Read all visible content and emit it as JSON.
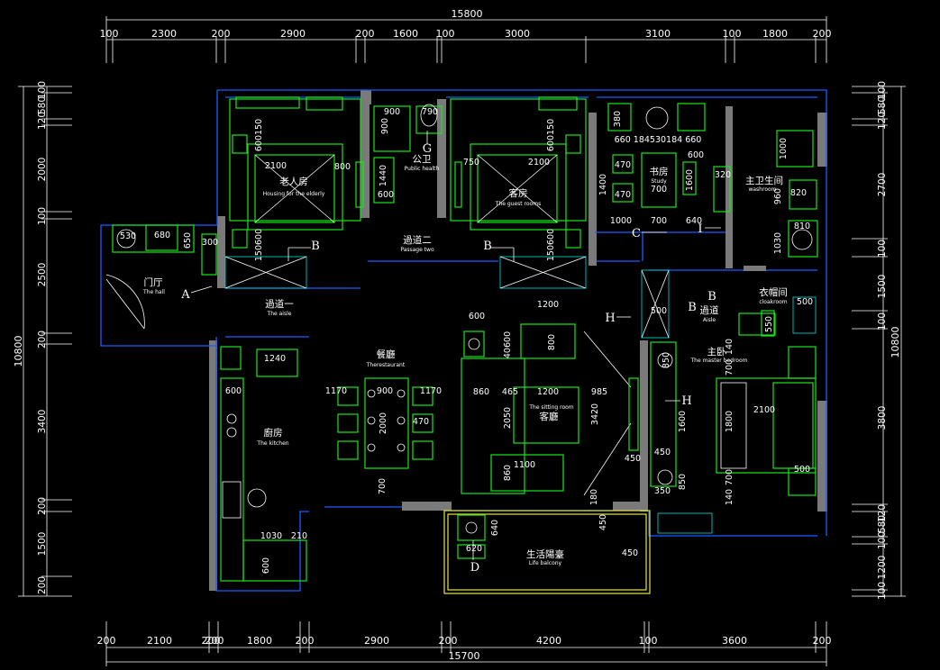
{
  "top_total": "15800",
  "top_dims": [
    "100",
    "2300",
    "200",
    "2900",
    "200",
    "1600",
    "100",
    "3000",
    "3100",
    "100",
    "1800",
    "200"
  ],
  "bottom_total": "15700",
  "bottom_dims": [
    "200",
    "2100",
    "200",
    "200",
    "1800",
    "200",
    "2900",
    "200",
    "4200",
    "100",
    "3600",
    "200"
  ],
  "left_total": "10800",
  "left_dims": [
    "100",
    "580",
    "120",
    "2000",
    "100",
    "2500",
    "200",
    "3400",
    "200",
    "1500",
    "200"
  ],
  "right_total": "10800",
  "right_dims": [
    "100",
    "580",
    "120",
    "2700",
    "100",
    "1500",
    "100",
    "3800",
    "120",
    "580",
    "100",
    "1200",
    "100"
  ],
  "rooms": {
    "elder": {
      "cn": "老人房",
      "en": "Housing for the elderly"
    },
    "guest": {
      "cn": "客房",
      "en": "The guest rooms"
    },
    "bath": {
      "cn": "公卫",
      "en": "Public health"
    },
    "study": {
      "cn": "书房",
      "en": "Study"
    },
    "master_bath": {
      "cn": "主卫生间",
      "en": "washroom"
    },
    "hall": {
      "cn": "门厅",
      "en": "The hall"
    },
    "aisle1": {
      "cn": "過道一",
      "en": "The aisle"
    },
    "aisle2": {
      "cn": "過道二",
      "en": "Passage two"
    },
    "aisle3": {
      "cn": "過道",
      "en": "Aisle"
    },
    "restaurant": {
      "cn": "餐廳",
      "en": "Therestaurant"
    },
    "kitchen": {
      "cn": "廚房",
      "en": "The kitchen"
    },
    "sitting": {
      "cn": "客廳",
      "en": "The sitting room"
    },
    "master": {
      "cn": "主卧",
      "en": "The master bedroom"
    },
    "cloak": {
      "cn": "衣帽间",
      "en": "cloakroom"
    },
    "balcony": {
      "cn": "生活陽臺",
      "en": "Life balcony"
    }
  },
  "markers": {
    "A": "A",
    "B": "B",
    "C": "C",
    "D": "D",
    "G": "G",
    "H": "H",
    "I": "I"
  },
  "inner_dims": {
    "elder_bed_w": "2100",
    "elder_side": "800",
    "elder_nt1": "600150",
    "elder_nt2": "150600",
    "bath_900": "900",
    "bath_790": "790",
    "bath_1440": "1440",
    "bath_600": "600",
    "bath_900b": "900",
    "guest_750": "750",
    "guest_bed_w": "2100",
    "guest_1400": "1400",
    "guest_nt1": "600150",
    "guest_nt2": "150600",
    "study_380": "380",
    "study_row": "660 184530184 660",
    "study_470a": "470",
    "study_470b": "470",
    "study_700": "700",
    "study_1600": "1600",
    "study_1000": "1000",
    "study_700b": "700",
    "study_640": "640",
    "study_600": "600",
    "mb_320": "320",
    "mb_1000": "1000",
    "mb_960": "960",
    "mb_820": "820",
    "mb_810": "810",
    "mb_1030": "1030",
    "hall_530": "530",
    "hall_680": "680",
    "hall_650": "650",
    "hall_300": "300",
    "cloak_500": "500",
    "cloak_550": "550",
    "cloak_500b": "500",
    "master_850": "850",
    "master_1600": "1600",
    "master_450": "450",
    "master_350": "350",
    "master_850b": "850",
    "master_2100": "2100",
    "master_1800": "1800",
    "master_140a": "140",
    "master_700a": "700",
    "master_140b": "140",
    "master_700b": "700",
    "master_500": "500",
    "master_450b": "450",
    "sit_1200a": "1200",
    "sit_600": "600",
    "sit_800": "800",
    "sit_4060": "40600",
    "sit_860": "860",
    "sit_465": "465",
    "sit_1200b": "1200",
    "sit_985": "985",
    "sit_2050": "2050",
    "sit_3420": "3420",
    "sit_1100": "1100",
    "sit_860b": "860",
    "sit_180": "180",
    "rest_1170a": "1170",
    "rest_900": "900",
    "rest_1170b": "1170",
    "rest_2000": "2000",
    "rest_470": "470",
    "rest_700": "700",
    "kit_1240": "1240",
    "kit_600": "600",
    "kit_1030": "1030",
    "kit_210": "210",
    "kit_600b": "600",
    "bal_640": "640",
    "bal_620": "620",
    "bal_450a": "450",
    "bal_450b": "450"
  }
}
